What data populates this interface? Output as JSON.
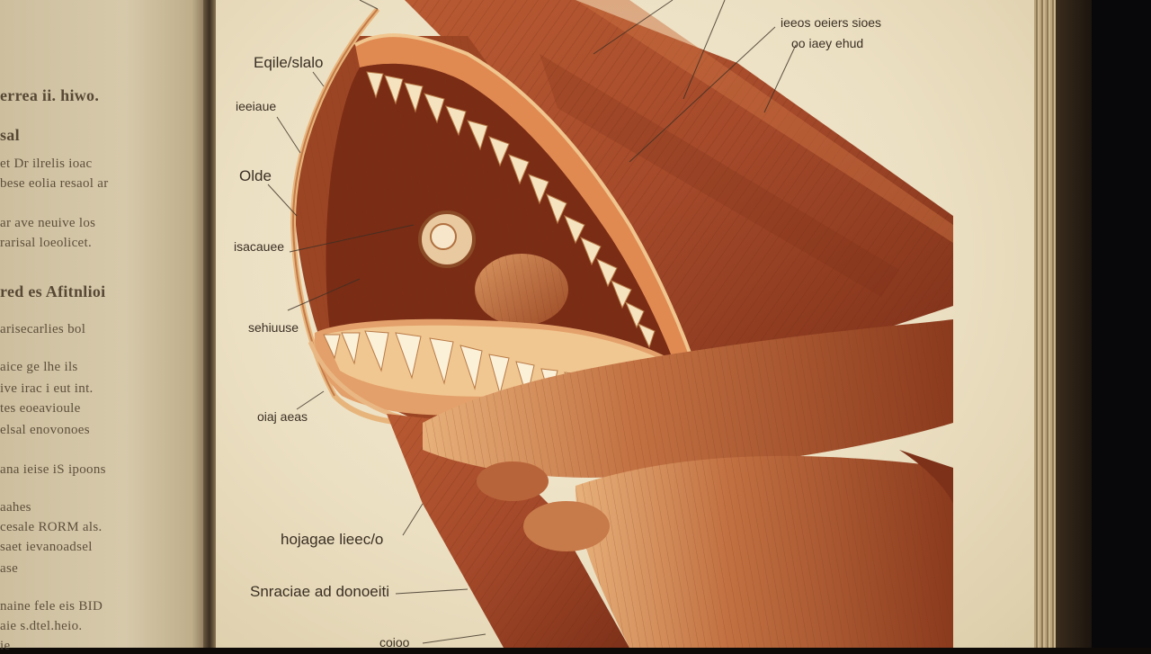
{
  "left_page": {
    "lines": [
      "errea ii. hiwo.",
      "sal",
      "et Dr ilrelis ioac",
      "bese eolia resaol ar",
      "ar ave neuive los",
      "rarisal loeolicet.",
      "red es Afitnlioi",
      "arisecarlies bol",
      "aice ge lhe ils",
      "ive irac i eut int.",
      "tes eoeavioule",
      "elsal enovonoes",
      "ana ieise iS ipoons",
      "aahes",
      "cesale RORM als.",
      "saet ievanoadsel",
      "ase",
      "naine fele eis BID",
      "aie s.dtel.heio.",
      "ie"
    ]
  },
  "labels": {
    "top_right_1": "ieeos oeiers sioes",
    "top_right_2": "oo iaey ehud",
    "l1": "Eqile/slalo",
    "l2": "ieeiaue",
    "l3": "Olde",
    "l4": "isacauee",
    "l5": "sehiuuse",
    "l6": "oiaj aeas",
    "l7": "hojagae lieec/o",
    "l8": "Snraciae ad donoeiti",
    "l9": "coioo"
  }
}
